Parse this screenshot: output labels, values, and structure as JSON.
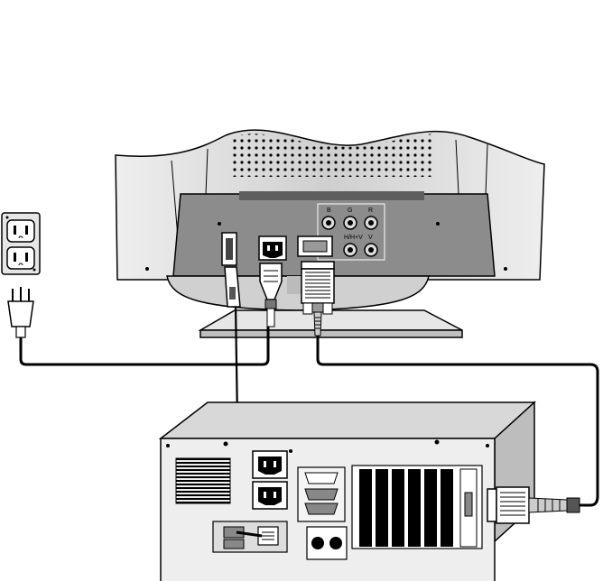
{
  "monitor": {
    "inputs": {
      "blue": "B",
      "green": "G",
      "red": "R",
      "hv_sync": "H/H+V",
      "v_sync": "V"
    }
  },
  "colors": {
    "line": "#000000",
    "dark_gray": "#6e6e6e",
    "mid_gray": "#a8a8a8",
    "light_gray": "#d9d9d9",
    "paper": "#ffffff"
  }
}
